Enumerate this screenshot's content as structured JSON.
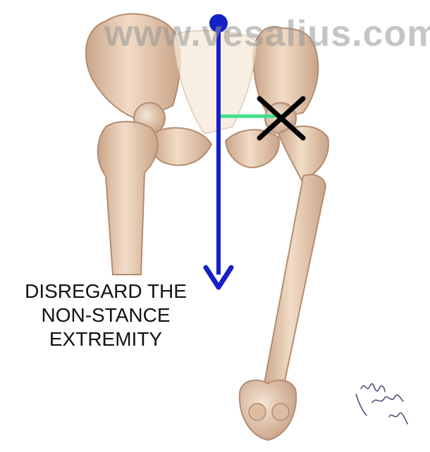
{
  "watermark": "www.vesalius.com",
  "note_lines": [
    "DISREGARD THE",
    "NON-STANCE",
    "EXTREMITY"
  ],
  "signature": "Hany Lindsay Imp",
  "colors": {
    "gravity_line": "#1520c8",
    "lever_arm": "#3fe08a",
    "axis_cross": "#000000",
    "bone": "#ecd3bc",
    "bone_shadow": "#c9a487",
    "note_text": "#111111"
  }
}
